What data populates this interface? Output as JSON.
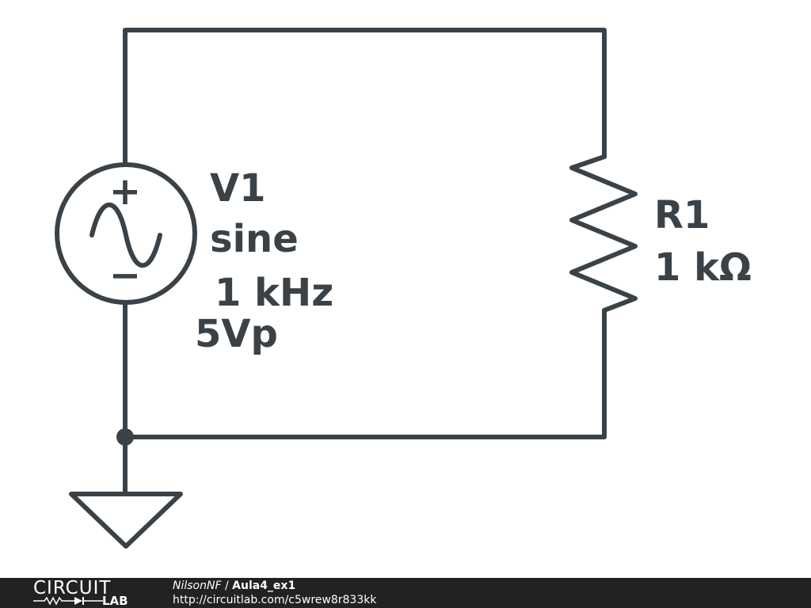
{
  "schematic": {
    "source": {
      "name": "V1",
      "type_label": "sine",
      "frequency": "1 kHz",
      "amplitude": "5Vp",
      "plus_sign": "+",
      "minus_sign": "−"
    },
    "resistor": {
      "name": "R1",
      "value": "1 kΩ"
    },
    "wire_color": "#3b4247"
  },
  "footer": {
    "logo_top": "CIRCUIT",
    "logo_bottom": "LAB",
    "user": "NilsonNF",
    "separator": " / ",
    "title": "Aula4_ex1",
    "url": "http://circuitlab.com/c5wrew8r833kk",
    "background": "#222222"
  }
}
